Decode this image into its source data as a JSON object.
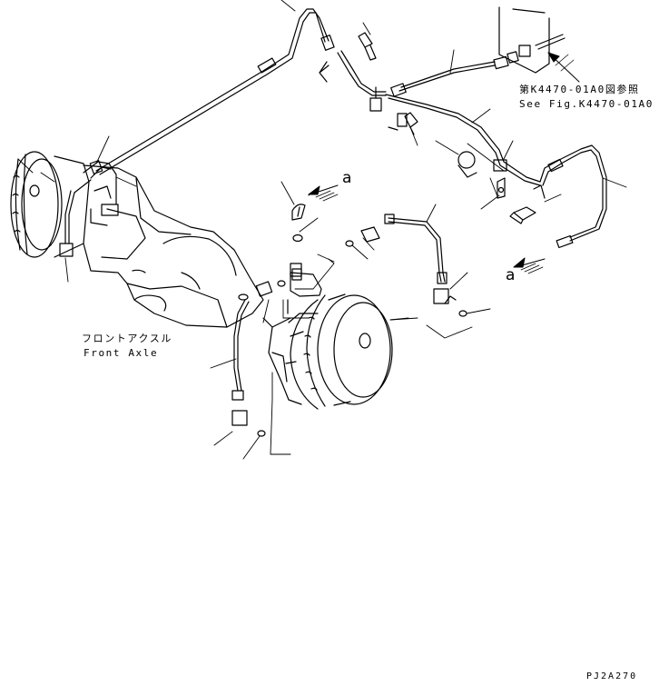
{
  "reference": {
    "jp": "第K4470-01A0図参照",
    "en": "See Fig.K4470-01A0"
  },
  "front_axle": {
    "jp": "フロントアクスル",
    "en": "Front Axle"
  },
  "view_marker_1": "a",
  "view_marker_2": "a",
  "drawing_code": "PJ2A270"
}
